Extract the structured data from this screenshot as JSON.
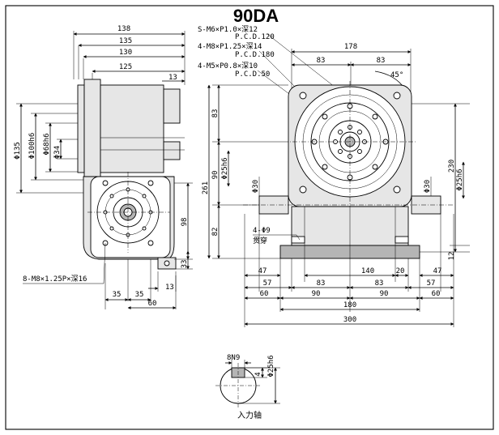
{
  "title": "90DA",
  "side_view": {
    "dims_top": [
      "138",
      "135",
      "130",
      "125"
    ],
    "dim_13_top": "13",
    "dims_left": [
      "Φ135",
      "Φ100h6",
      "Φ68h6",
      "Φ34"
    ],
    "dims_bottom": [
      "35",
      "35",
      "60"
    ],
    "dim_98": "98",
    "dim_33": "33",
    "dim_13_bottom": "13",
    "note_bolt": "8-M8×1.25P×深16"
  },
  "front_view": {
    "notes": [
      "S-M6×P1.0×深12",
      "P.C.D.120",
      "4-M8×P1.25×深14",
      "P.C.D.180",
      "4-M5×P0.8×深10",
      "P.C.D.50"
    ],
    "dim_178": "178",
    "dim_83_left": "83",
    "dim_83_right": "83",
    "angle": "45°",
    "dims_left": [
      "83",
      "Φ25h6",
      "90",
      "261",
      "Φ30",
      "82"
    ],
    "dims_right": [
      "230",
      "Φ30",
      "Φ25h6",
      "12"
    ],
    "hole_note": "4-Φ9",
    "hole_note2": "贯穿",
    "bottom_row1": [
      "47",
      "140",
      "20",
      "47"
    ],
    "bottom_row2": [
      "57",
      "83",
      "83",
      "57"
    ],
    "bottom_row3": [
      "60",
      "90",
      "90",
      "60"
    ],
    "dim_180": "180",
    "dim_300": "300"
  },
  "shaft_view": {
    "key": "8N9",
    "dim_4": "4",
    "dia": "Φ25h6",
    "caption": "入力轴"
  }
}
